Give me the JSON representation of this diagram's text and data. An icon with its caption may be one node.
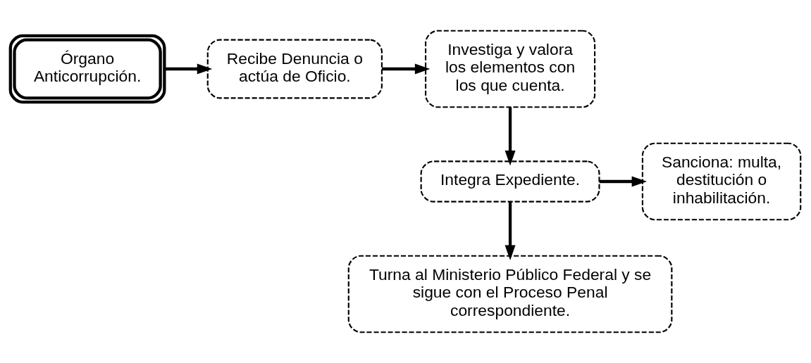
{
  "diagram": {
    "nodes": [
      {
        "text": [
          "Órgano Anticorrupción."
        ]
      },
      {
        "text": [
          "Recibe Denuncia o actúa de Oficio."
        ]
      },
      {
        "text": [
          "Investiga y valora los elementos con los que cuenta."
        ]
      },
      {
        "text": [
          "Sanciona: multa, destitución o inhabilitación."
        ]
      },
      {
        "text": [
          "Integra Expediente."
        ]
      },
      {
        "text": [
          "Turna al Ministerio Público Federal y se sigue con el Proceso Penal correspondiente."
        ]
      }
    ],
    "edges": [
      {
        "from": 0,
        "to": 1,
        "arrow": "to"
      },
      {
        "from": 1,
        "to": 2,
        "arrow": "to"
      },
      {
        "from": 2,
        "to": 4,
        "arrow": "to"
      },
      {
        "from": 4,
        "to": 3,
        "arrow": "to"
      },
      {
        "from": 4,
        "to": 5,
        "arrow": "to"
      }
    ]
  }
}
